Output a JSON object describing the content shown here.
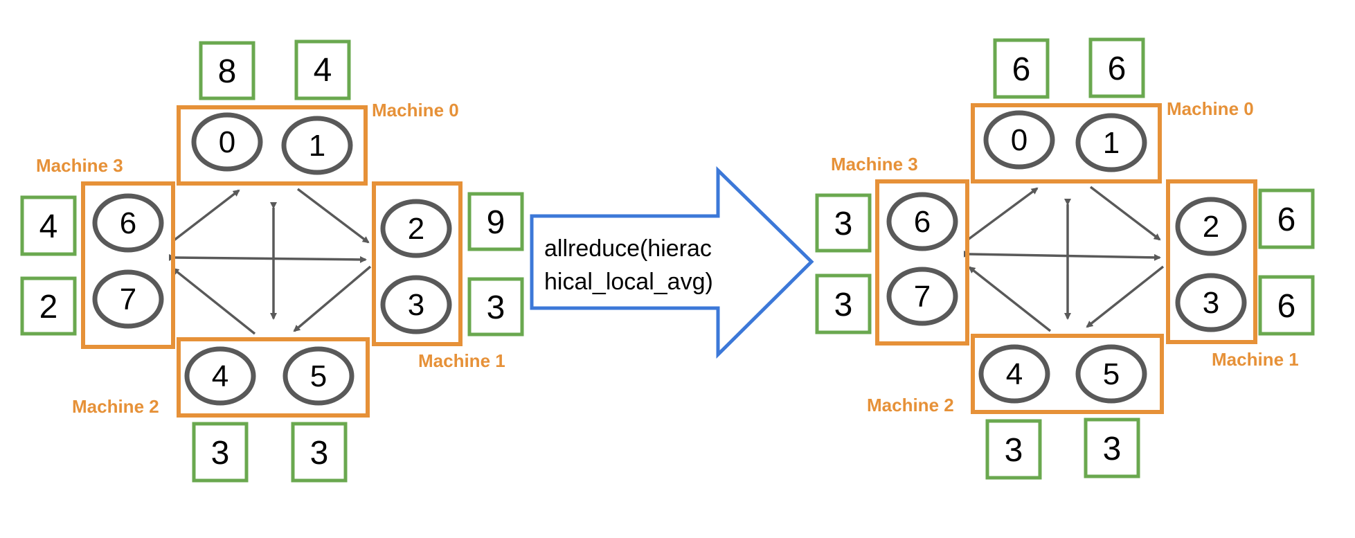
{
  "operation": {
    "lines": [
      "allreduce(hierac",
      "hical_local_avg)"
    ]
  },
  "colors": {
    "machine": "#e69138",
    "gpu": "#595959",
    "value": "#6aa84f",
    "operation_arrow": "#3c78d8"
  },
  "panels": [
    {
      "id": "before",
      "machines": [
        {
          "label": "Machine 0",
          "gpus": [
            "0",
            "1"
          ],
          "values": [
            "8",
            "4"
          ]
        },
        {
          "label": "Machine 1",
          "gpus": [
            "2",
            "3"
          ],
          "values": [
            "9",
            "3"
          ]
        },
        {
          "label": "Machine 2",
          "gpus": [
            "4",
            "5"
          ],
          "values": [
            "3",
            "3"
          ]
        },
        {
          "label": "Machine 3",
          "gpus": [
            "6",
            "7"
          ],
          "values": [
            "4",
            "2"
          ]
        }
      ]
    },
    {
      "id": "after",
      "machines": [
        {
          "label": "Machine 0",
          "gpus": [
            "0",
            "1"
          ],
          "values": [
            "6",
            "6"
          ]
        },
        {
          "label": "Machine 1",
          "gpus": [
            "2",
            "3"
          ],
          "values": [
            "6",
            "6"
          ]
        },
        {
          "label": "Machine 2",
          "gpus": [
            "4",
            "5"
          ],
          "values": [
            "3",
            "3"
          ]
        },
        {
          "label": "Machine 3",
          "gpus": [
            "6",
            "7"
          ],
          "values": [
            "3",
            "3"
          ]
        }
      ]
    }
  ]
}
